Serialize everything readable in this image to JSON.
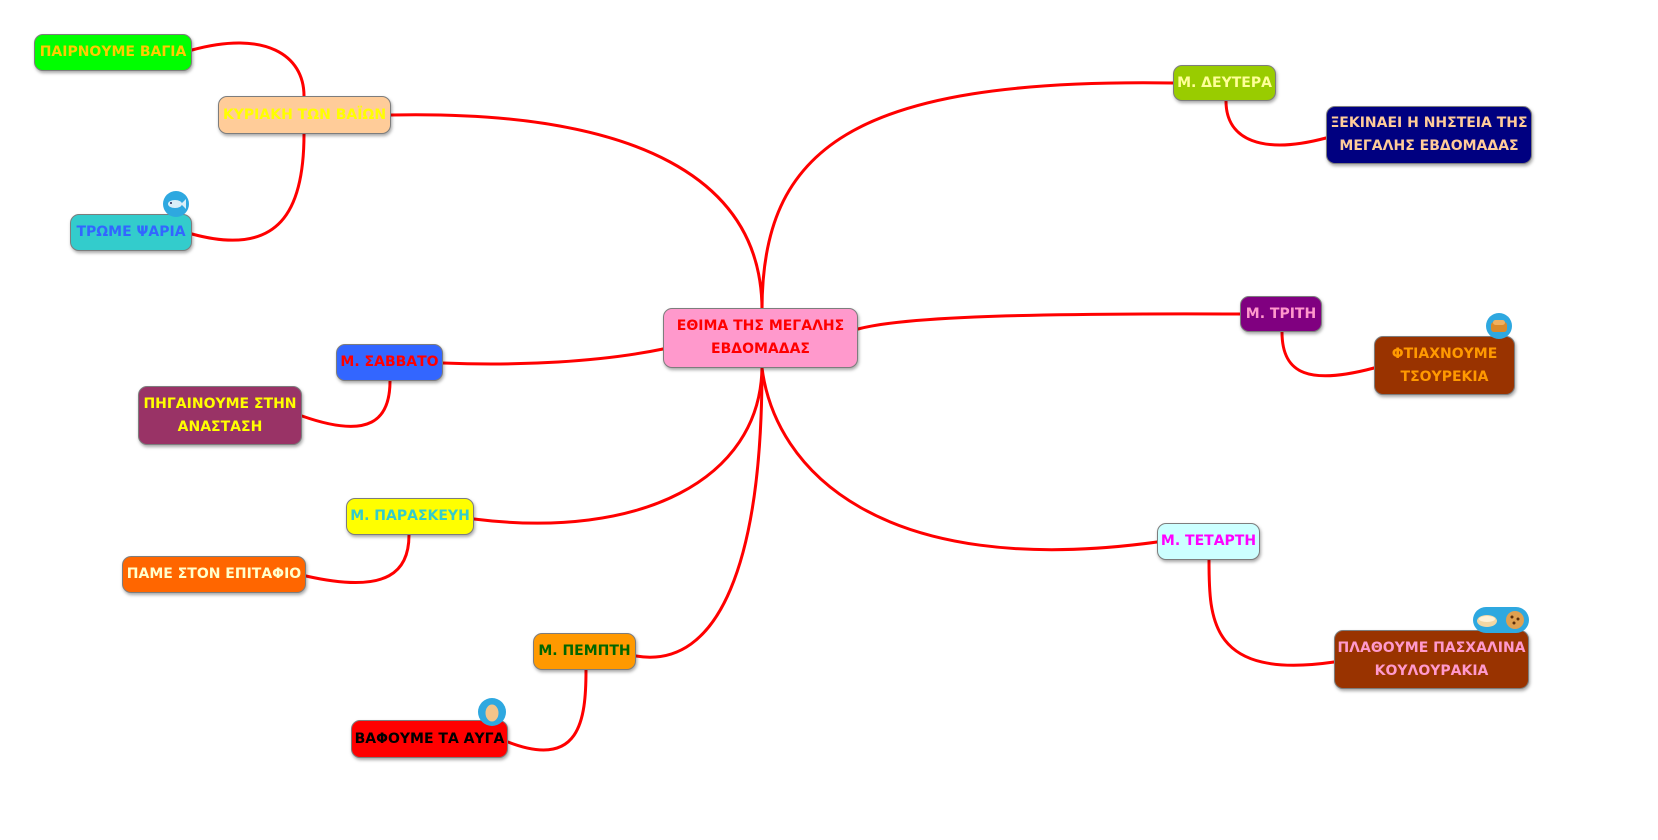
{
  "link_color": "#ff0000",
  "central": {
    "line1": "ΕΘΙΜΑ ΤΗΣ ΜΕΓΑΛΗΣ",
    "line2": "ΕΒΔΟΜΑΔΑΣ",
    "bg": "#ff99cc",
    "color": "#ff0000"
  },
  "branches": {
    "kyriaki": {
      "label": "ΚΥΡΙΑΚΗ ΤΩΝ ΒΑΪΩΝ",
      "bg": "#ffcc99",
      "color": "#ffff00"
    },
    "deftera": {
      "label": "Μ. ΔΕΥΤΕΡΑ",
      "bg": "#99cc00",
      "color": "#ffff99"
    },
    "triti": {
      "label": "Μ. ΤΡΙΤΗ",
      "bg": "#800080",
      "color": "#ff99cc"
    },
    "tetarti": {
      "label": "Μ. ΤΕΤΑΡΤΗ",
      "bg": "#ccffff",
      "color": "#ff00ff"
    },
    "pempti": {
      "label": "Μ. ΠΕΜΠΤΗ",
      "bg": "#ff9900",
      "color": "#006600"
    },
    "paraskevi": {
      "label": "Μ. ΠΑΡΑΣΚΕΥΗ",
      "bg": "#ffff00",
      "color": "#33cccc"
    },
    "savvato": {
      "label": "Μ. ΣΑΒΒΑΤΟ",
      "bg": "#3366ff",
      "color": "#ff0000"
    }
  },
  "leaves": {
    "vagia": {
      "label": "ΠΑΙΡΝΟΥΜΕ ΒΑΓΙΑ",
      "bg": "#00ff00",
      "color": "#ffcc00"
    },
    "psaria": {
      "label": "ΤΡΩΜΕ ΨΑΡΙΑ",
      "bg": "#33cccc",
      "color": "#3366ff",
      "icon": "fish-icon"
    },
    "nisteia": {
      "line1": "ΞΕΚΙΝΑΕΙ Η ΝΗΣΤΕΙΑ ΤΗΣ",
      "line2": "ΜΕΓΑΛΗΣ ΕΒΔΟΜΑΔΑΣ",
      "bg": "#000080",
      "color": "#ffcc99"
    },
    "tsourekia": {
      "line1": "ΦΤΙΑΧΝΟΥΜΕ",
      "line2": "ΤΣΟΥΡΕΚΙΑ",
      "bg": "#993300",
      "color": "#ff9900",
      "icon": "bread-icon"
    },
    "koulourakia": {
      "line1": "ΠΛΑΘΟΥΜΕ ΠΑΣΧΑΛΙΝΑ",
      "line2": "ΚΟΥΛΟΥΡΑΚΙΑ",
      "bg": "#993300",
      "color": "#ff99cc",
      "icons": [
        "bread-roll-icon",
        "cookie-icon"
      ]
    },
    "avga": {
      "label": "ΒΑΦΟΥΜΕ ΤΑ ΑΥΓΑ",
      "bg": "#ff0000",
      "color": "#000000",
      "icon": "egg-icon"
    },
    "epitafio": {
      "label": "ΠΑΜΕ ΣΤΟΝ ΕΠΙΤΑΦΙΟ",
      "bg": "#ff6600",
      "color": "#ffffcc"
    },
    "anastasi": {
      "line1": "ΠΗΓΑΙΝΟΥΜΕ ΣΤΗΝ",
      "line2": "ΑΝΑΣΤΑΣΗ",
      "bg": "#993366",
      "color": "#ffff00"
    }
  }
}
